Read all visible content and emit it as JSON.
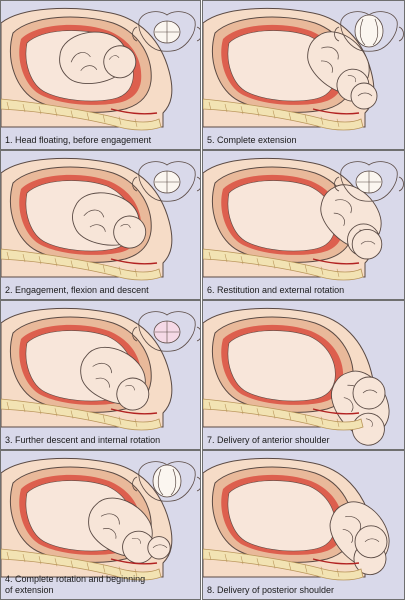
{
  "figure": {
    "panels": [
      {
        "id": 1,
        "caption": "1. Head floating, before engagement",
        "pelvic_view": "inlet"
      },
      {
        "id": 5,
        "caption": "5. Complete extension",
        "pelvic_view": "face-up"
      },
      {
        "id": 2,
        "caption": "2. Engagement, flexion and descent",
        "pelvic_view": "inlet"
      },
      {
        "id": 6,
        "caption": "6. Restitution and external rotation",
        "pelvic_view": "inlet"
      },
      {
        "id": 3,
        "caption": "3. Further descent and internal rotation",
        "pelvic_view": "inlet-pink"
      },
      {
        "id": 7,
        "caption": "7. Delivery of anterior shoulder",
        "pelvic_view": "none"
      },
      {
        "id": 4,
        "caption": "4. Complete rotation and beginning\nof extension",
        "pelvic_view": "face-up"
      },
      {
        "id": 8,
        "caption": "8. Delivery of posterior shoulder",
        "pelvic_view": "none"
      }
    ],
    "colors": {
      "background": "#d9d9ea",
      "body": "#f6dcc7",
      "uterus": "#e9b99a",
      "amniotic": "#d9483b",
      "spine": "#f2e3b3",
      "spine_stroke": "#b9955a",
      "blood": "#b22222",
      "outline": "#5a4a44"
    }
  }
}
